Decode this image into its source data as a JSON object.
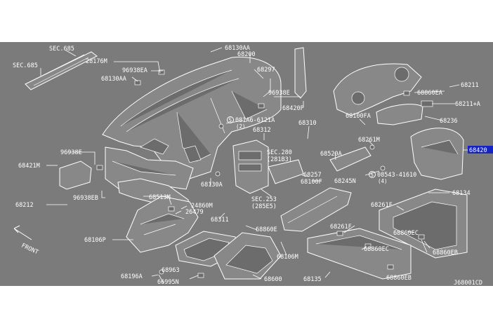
{
  "diagram": {
    "catalog_code": "J68001CD",
    "front_label": "FRONT",
    "callouts": {
      "sec685_a": "SEC.685",
      "sec685_b": "SEC.685",
      "p28176M": "28176M",
      "p96938EA": "96938EA",
      "p68130AA_a": "68130AA",
      "p68130AA_b": "68130AA",
      "p68200": "68200",
      "p68297": "68297",
      "p96938E": "96938E",
      "p68420P": "68420P",
      "p081A6": "081A6-6121A",
      "p081A6_qty": "(2)",
      "p68312": "68312",
      "p68310": "68310",
      "p96938E_b": "96938E",
      "p68421M": "68421M",
      "p68212": "68212",
      "p96938EB": "96938EB",
      "p68130A": "68130A",
      "sec280": "SEC.280",
      "sec280_sub": "(281B3)",
      "p68257": "68257",
      "p68100F": "68100F",
      "p68245N": "68245N",
      "p68520A": "68520A",
      "sec253": "SEC.253",
      "sec253_sub": "(285E5)",
      "p68513M": "68513M",
      "p24860M": "24860M",
      "p26479": "26479",
      "p68106P": "68106P",
      "p68311": "68311",
      "p68860E": "68860E",
      "p68106M": "68106M",
      "p68963": "68963",
      "p68196A": "68196A",
      "p66995N": "66995N",
      "p68600": "68600",
      "p68135": "68135",
      "p68261F_a": "68261F",
      "p68860EC_a": "68860EC",
      "p68860EB_a": "68860EB",
      "p68211": "68211",
      "p68860EA": "68860EA",
      "p68211A": "68211+A",
      "p68100FA": "68100FA",
      "p68236": "68236",
      "p68261M": "68261M",
      "p68420": "68420",
      "p08543": "08543-41610",
      "p08543_qty": "(4)",
      "p68134": "68134",
      "p68261F_b": "68261F",
      "p68860EC_b": "68860EC",
      "p68860EB_b": "68860EB",
      "s_mark_a": "S",
      "s_mark_b": "S"
    }
  }
}
